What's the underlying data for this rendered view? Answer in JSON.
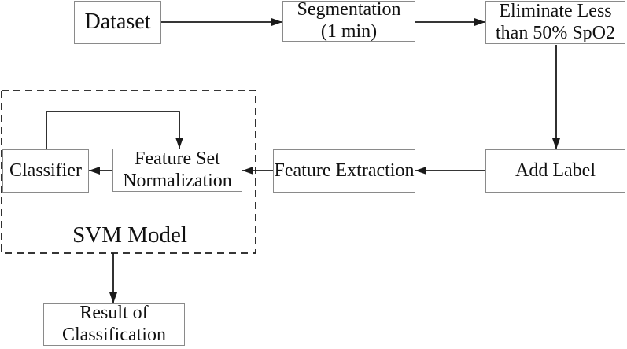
{
  "diagram": {
    "type": "flowchart",
    "colors": {
      "background": "#ffffff",
      "node_border": "#8a8a8a",
      "connector": "#1a1a1a",
      "text": "#111111"
    },
    "nodes": {
      "dataset": {
        "label": "Dataset"
      },
      "segmentation": {
        "label": "Segmentation\n(1 min)"
      },
      "eliminate": {
        "label": "Eliminate Less\nthan 50% SpO2"
      },
      "add_label": {
        "label": "Add Label"
      },
      "feature_extraction": {
        "label": "Feature Extraction"
      },
      "feature_set_normalization": {
        "label": "Feature Set\nNormalization"
      },
      "classifier": {
        "label": "Classifier"
      },
      "svm_model": {
        "label": "SVM Model"
      },
      "result": {
        "label": "Result of\nClassification"
      }
    },
    "groups": [
      {
        "label_key": "svm_model",
        "style": "dashed-outline",
        "contains": [
          "classifier",
          "feature_set_normalization"
        ]
      }
    ],
    "edges": [
      {
        "from": "dataset",
        "to": "segmentation",
        "direction": "right"
      },
      {
        "from": "segmentation",
        "to": "eliminate",
        "direction": "right"
      },
      {
        "from": "eliminate",
        "to": "add_label",
        "direction": "down"
      },
      {
        "from": "add_label",
        "to": "feature_extraction",
        "direction": "left"
      },
      {
        "from": "feature_extraction",
        "to": "feature_set_normalization",
        "direction": "left"
      },
      {
        "from": "feature_set_normalization",
        "to": "classifier",
        "direction": "left"
      },
      {
        "from": "classifier",
        "to": "feature_set_normalization",
        "direction": "up-right-down",
        "type": "feedback"
      },
      {
        "from": "svm_model",
        "to": "result",
        "direction": "down"
      }
    ]
  }
}
